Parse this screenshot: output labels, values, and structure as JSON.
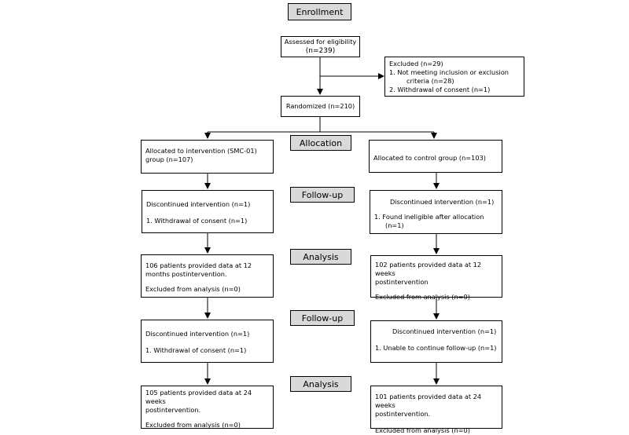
{
  "stages": {
    "enrollment": "Enrollment",
    "allocation": "Allocation",
    "followup1": "Follow-up",
    "analysis1": "Analysis",
    "followup2": "Follow-up",
    "analysis2": "Analysis"
  },
  "assessed": {
    "line1": "Assessed for eligibility",
    "line2": "(n=239)"
  },
  "excluded": {
    "title": "Excluded (n=29)",
    "items": [
      "1.   Not meeting inclusion or exclusion",
      "criteria (n=28)",
      "2.   Withdrawal of consent (n=1)"
    ]
  },
  "randomized": "Randomized (n=210)",
  "left": {
    "allocated": [
      "Allocated to intervention (SMC-01)",
      "group (n=107)"
    ],
    "fu1": {
      "title": "Discontinued intervention (n=1)",
      "item": "1.   Withdrawal of consent (n=1)"
    },
    "an1": {
      "l1": "106 patients provided data at 12",
      "l2": "months postintervention.",
      "excl": "Excluded from analysis (n=0)"
    },
    "fu2": {
      "title": "Discontinued intervention (n=1)",
      "item": "1.   Withdrawal of consent (n=1)"
    },
    "an2": {
      "l1": "105 patients provided data at 24 weeks",
      "l2": "postintervention.",
      "excl": "Excluded from analysis (n=0)"
    }
  },
  "right": {
    "allocated": "Allocated to control group (n=103)",
    "fu1": {
      "title": "Discontinued intervention (n=1)",
      "item1": "1.   Found ineligible after allocation",
      "item2": "(n=1)"
    },
    "an1": {
      "l1": "102 patients provided data at 12 weeks",
      "l2": "postintervention",
      "excl": "Excluded from analysis (n=0)"
    },
    "fu2": {
      "title": "Discontinued intervention (n=1)",
      "item": "1.   Unable to continue follow-up (n=1)"
    },
    "an2": {
      "l1": "101 patients provided data at 24 weeks",
      "l2": "postintervention.",
      "excl": "Excluded  from analysis (n=0)"
    }
  }
}
